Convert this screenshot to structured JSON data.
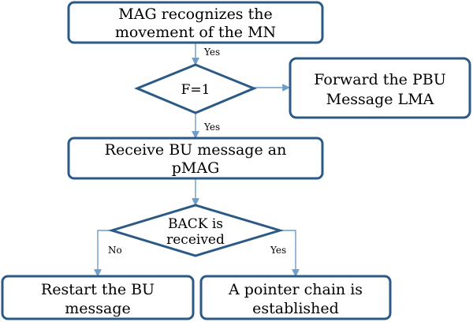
{
  "nodes": {
    "mag_recognizes": {
      "lines": [
        "MAG recognizes the",
        "movement of the MN"
      ]
    },
    "f_equals_1": {
      "lines": [
        "F=1"
      ]
    },
    "forward_pbu": {
      "lines": [
        "Forward the PBU",
        "Message LMA"
      ]
    },
    "receive_bu": {
      "lines": [
        "Receive BU message an",
        "pMAG"
      ]
    },
    "back_received": {
      "lines": [
        "BACK is",
        "received"
      ]
    },
    "restart_bu": {
      "lines": [
        "Restart the BU",
        "message"
      ]
    },
    "pointer_chain": {
      "lines": [
        "A pointer chain is",
        "established"
      ]
    }
  },
  "edges": {
    "yes_1": "Yes",
    "yes_2": "Yes",
    "no": "No",
    "yes_3": "Yes"
  },
  "colors": {
    "node_border": "#2b5a86",
    "connector": "#6f9dc9",
    "text": "#000000"
  }
}
